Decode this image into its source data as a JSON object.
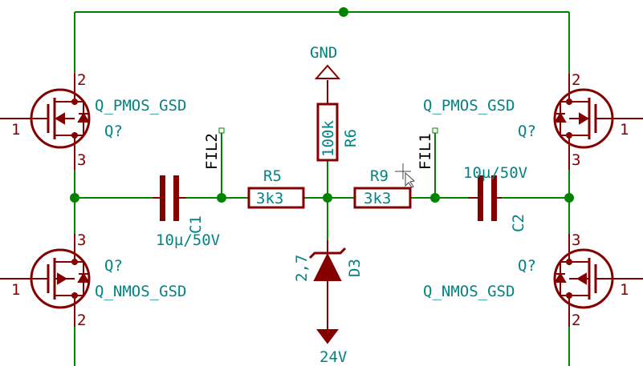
{
  "components": {
    "q_top_left": {
      "ref": "Q?",
      "value": "Q_PMOS_GSD",
      "pins": {
        "gate": "1",
        "source": "2",
        "drain": "3"
      }
    },
    "q_top_right": {
      "ref": "Q?",
      "value": "Q_PMOS_GSD",
      "pins": {
        "gate": "1",
        "source": "2",
        "drain": "3"
      }
    },
    "q_bot_left": {
      "ref": "Q?",
      "value": "Q_NMOS_GSD",
      "pins": {
        "gate": "1",
        "source": "2",
        "drain": "3"
      }
    },
    "q_bot_right": {
      "ref": "Q?",
      "value": "Q_NMOS_GSD",
      "pins": {
        "gate": "1",
        "source": "2",
        "drain": "3"
      }
    },
    "c1": {
      "ref": "C1",
      "value": "10µ/50V"
    },
    "c2": {
      "ref": "C2",
      "value": "10µ/50V"
    },
    "r5": {
      "ref": "R5",
      "value": "3k3"
    },
    "r9": {
      "ref": "R9",
      "value": "3k3"
    },
    "r6": {
      "ref": "R6",
      "value": "100k"
    },
    "d3": {
      "ref": "D3",
      "value": "2,7"
    }
  },
  "labels": {
    "fil1": "FIL1",
    "fil2": "FIL2"
  },
  "power": {
    "gnd": "GND",
    "v24": "24V"
  },
  "colors": {
    "wire": "#008400",
    "component": "#840000",
    "text": "#008484",
    "junction": "#008400"
  }
}
